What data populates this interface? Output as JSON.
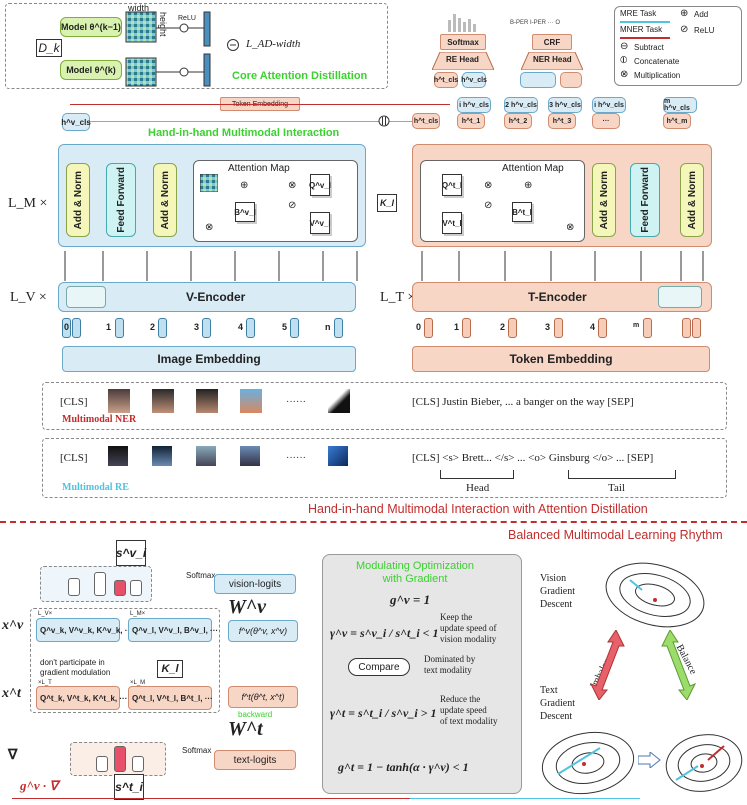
{
  "core_attention": {
    "dk": "D_k",
    "model_prev": "Model θ^(k−1)",
    "model_cur": "Model θ^(k)",
    "width": "width",
    "height": "height",
    "relu": "ReLU",
    "loss": "L_AD-width",
    "title": "Core Attention Distillation"
  },
  "legend": {
    "mre": "MRE Task",
    "mner": "MNER Task",
    "add": "Add",
    "relu": "ReLU",
    "subtract": "Subtract",
    "concatenate": "Concatenate",
    "multiplication": "Multiplication"
  },
  "heads": {
    "softmax": "Softmax",
    "re_head": "RE Head",
    "h_cls_t": "h^t_cls",
    "h_cls_v": "h^v_cls",
    "bio": "B-PER   I-PER  ···  O",
    "crf": "CRF",
    "ner_head": "NER Head",
    "token_embedding": "Token Embedding"
  },
  "middle": {
    "interaction_title": "Hand-in-hand Multimodal Interaction",
    "lm": "L_M ×",
    "lv": "L_V ×",
    "lt": "L_T ×",
    "add_norm": "Add & Norm",
    "feed_forward": "Feed Forward",
    "attention_map": "Attention Map",
    "q_v": "Q^v_l",
    "b_v": "B^v_l",
    "v_v": "V^v_l",
    "q_t": "Q^t_l",
    "b_t": "B^t_l",
    "v_t": "V^t_l",
    "kl": "K_l",
    "v_encoder": "V-Encoder",
    "t_encoder": "T-Encoder",
    "image_embedding": "Image Embedding",
    "token_embedding": "Token Embedding",
    "v_tokens": [
      "0",
      "1",
      "2",
      "3",
      "4",
      "5",
      "n"
    ],
    "t_tokens": [
      "0",
      "1",
      "2",
      "3",
      "4",
      "m"
    ]
  },
  "outputs": {
    "h_cls_v_left": "h^v_cls",
    "cells": [
      "i h^v_cls",
      "2 h^v_cls",
      "3 h^v_cls",
      "i h^v_cls",
      "m h^v_cls"
    ],
    "t_cells": [
      "h^t_cls",
      "h^t_1",
      "h^t_2",
      "h^t_3",
      "···",
      "h^t_m"
    ]
  },
  "ner": {
    "cls": "[CLS]",
    "dots": "······",
    "text": "[CLS]  Justin  Bieber,  ... a  banger  on  the  way  [SEP]",
    "label": "Multimodal NER"
  },
  "re": {
    "cls": "[CLS]",
    "dots": "······",
    "text": "[CLS]  <s>  Brett...  </s>  ...  <o>  Ginsburg  </o>  ...  [SEP]",
    "head": "Head",
    "tail": "Tail",
    "label": "Multimodal RE"
  },
  "banners": {
    "top": "Hand-in-hand Multimodal Interaction with Attention Distillation",
    "bottom": "Balanced Multimodal Learning Rhythm"
  },
  "bottom": {
    "s_v": "s^v_i",
    "s_t": "s^t_i",
    "softmax": "Softmax",
    "vision_logits": "vision-logits",
    "text_logits": "text-logits",
    "W_v": "W^v",
    "W_t": "W^t",
    "x_v": "x^v",
    "x_t": "x^t",
    "lv_small": "L_V×",
    "lm_small": "L_M×",
    "lt_small": "×L_T",
    "lm_small2": "×L_M",
    "qkv_v": "Q^v_k, V^v_k, K^v_k, ···",
    "qvb_v": "Q^v_l, V^v_l, B^v_l, ···",
    "qkv_t": "Q^t_k, V^t_k, K^t_k, ···",
    "qvb_t": "Q^t_l, V^t_l, B^t_l, ···",
    "f_v": "f^v(θ^v, x^v)",
    "f_t": "f^t(θ^t, x^t)",
    "kl": "K_l",
    "no_grad": "don't participate in\ngradient modulation",
    "backward": "backward",
    "nabla": "∇",
    "gv_nabla": "g^v · ∇"
  },
  "modulating": {
    "title": "Modulating Optimization\nwith Gradient",
    "gv": "g^v = 1",
    "gamma_v": "γ^v = s^v_i / s^t_i < 1",
    "keep": "Keep the\nupdate speed of\nvision modality",
    "compare": "Compare",
    "dominated": "Dominated by\ntext modality",
    "gamma_t": "γ^t = s^t_i / s^v_i > 1",
    "reduce": "Reduce the\nupdate speed\nof text modality",
    "gt": "g^t = 1 − tanh(α · γ^v) < 1"
  },
  "descent": {
    "vision": "Vision\nGradient\nDescent",
    "text": "Text\nGradient\nDescent",
    "imbalance": "Imbalance",
    "balance": "Balance"
  },
  "colors": {
    "green_title": "#3bd12f",
    "cyan_title": "#4fc3e0",
    "red": "#c22d2d",
    "blue_fill": "#d9ecf6",
    "pink_fill": "#f8d6c6"
  }
}
